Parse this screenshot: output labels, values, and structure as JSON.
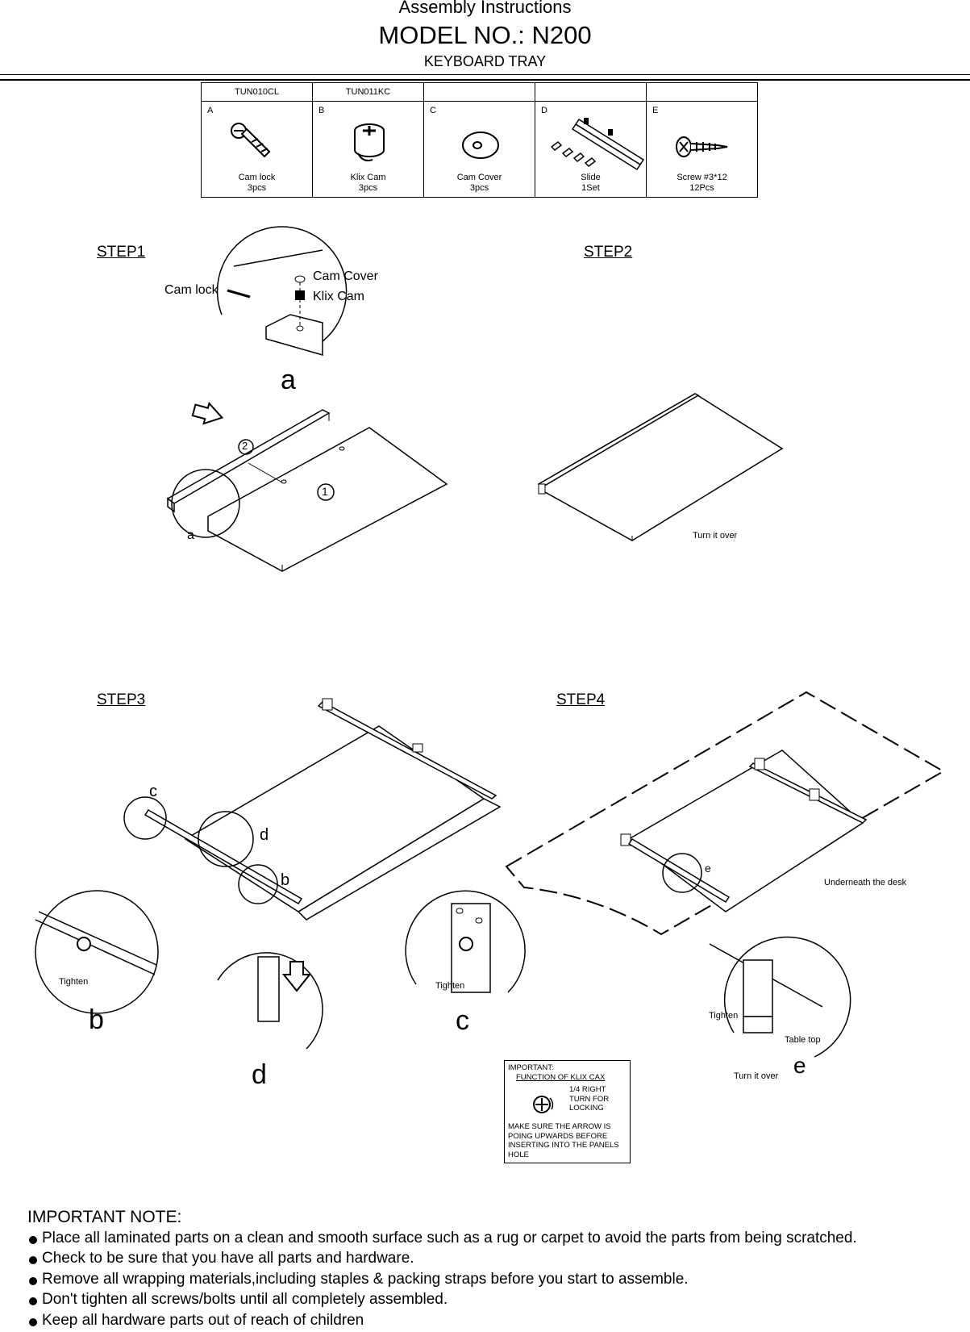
{
  "header": {
    "title": "Assembly Instructions",
    "model_label": "MODEL NO.:",
    "model_number": "N200",
    "product": "KEYBOARD TRAY"
  },
  "parts_table": {
    "codes": [
      "TUN010CL",
      "TUN011KC",
      "",
      "",
      ""
    ],
    "parts": [
      {
        "letter": "A",
        "name": "Cam lock",
        "qty": "3pcs",
        "icon": "cam-lock-icon"
      },
      {
        "letter": "B",
        "name": "Klix Cam",
        "qty": "3pcs",
        "icon": "klix-cam-icon"
      },
      {
        "letter": "C",
        "name": "Cam Cover",
        "qty": "3pcs",
        "icon": "cam-cover-icon"
      },
      {
        "letter": "D",
        "name": "Slide",
        "qty": "1Set",
        "icon": "slide-icon"
      },
      {
        "letter": "E",
        "name": "Screw #3*12",
        "qty": "12Pcs",
        "icon": "screw-icon"
      }
    ]
  },
  "step1": {
    "title": "STEP1",
    "detail_labels": {
      "cam_lock": "Cam lock",
      "cam_cover": "Cam Cover",
      "klix_cam": "Klix Cam"
    },
    "detail_letter": "a",
    "marker_1": "1",
    "marker_2": "2",
    "small_a": "a"
  },
  "step2": {
    "title": "STEP2",
    "note": "Turn it over"
  },
  "step3": {
    "title": "STEP3",
    "callouts": {
      "c": "c",
      "d": "d",
      "b": "b"
    },
    "detail_b": {
      "label": "b",
      "text": "Tighten"
    },
    "detail_c": {
      "label": "c",
      "text": "Tighten"
    },
    "detail_d": {
      "label": "d"
    }
  },
  "step4": {
    "title": "STEP4",
    "callout_e": "e",
    "underneath": "Underneath the desk",
    "detail_e": {
      "label": "e",
      "tighten": "Tighten",
      "table_top": "Table top",
      "turn": "Turn it over"
    }
  },
  "important_box": {
    "title": "IMPORTANT:",
    "subtitle": "FUNCTION OF KLIX CAX",
    "turn_text": [
      "1/4 RIGHT",
      "TURN FOR",
      "LOCKING"
    ],
    "body": [
      "MAKE SURE THE ARROW IS",
      "POING UPWARDS BEFORE",
      "INSERTING INTO THE PANELS",
      "HOLE"
    ]
  },
  "important_note": {
    "heading": "IMPORTANT NOTE:",
    "items": [
      "Place all laminated parts on a clean and smooth surface such as a rug or carpet to avoid the parts from being scratched.",
      "Check to be sure that you have all parts and hardware.",
      "Remove all wrapping materials,including staples & packing straps before you start to assemble.",
      "Don't tighten all screws/bolts until  all completely assembled.",
      "Keep all hardware  parts out of reach of children"
    ]
  }
}
